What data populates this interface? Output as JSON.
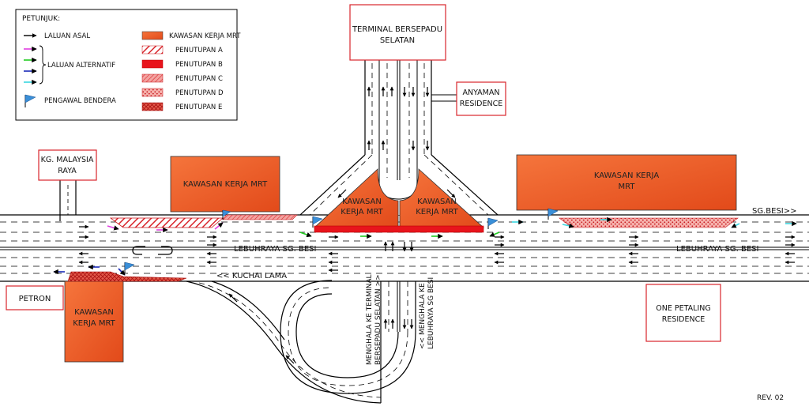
{
  "legend": {
    "title": "PETUNJUK:",
    "route_original": "LALUAN ASAL",
    "route_alternative": "LALUAN ALTERNATIF",
    "flagman": "PENGAWAL BENDERA",
    "mrt_work_zone": "KAWASAN KERJA MRT",
    "closure_a": "PENUTUPAN  A",
    "closure_b": "PENUTUPAN  B",
    "closure_c": "PENUTUPAN  C",
    "closure_d": "PENUTUPAN  D",
    "closure_e": "PENUTUPAN  E"
  },
  "places": {
    "terminal_line1": "TERMINAL BERSEPADU",
    "terminal_line2": "SELATAN",
    "anyaman_line1": "ANYAMAN",
    "anyaman_line2": "RESIDENCE",
    "kg_malaysia_line1": "KG. MALAYSIA",
    "kg_malaysia_line2": "RAYA",
    "petron": "PETRON",
    "one_petaling_line1": "ONE PETALING",
    "one_petaling_line2": "RESIDENCE"
  },
  "work_zones": {
    "left_top": "KAWASAN KERJA MRT",
    "center_left_line1": "KAWASAN",
    "center_left_line2": "KERJA MRT",
    "center_right_line1": "KAWASAN",
    "center_right_line2": "KERJA MRT",
    "right_line1": "KAWASAN KERJA",
    "right_line2": "MRT",
    "bottom_left_line1": "KAWASAN",
    "bottom_left_line2": "KERJA MRT"
  },
  "road_labels": {
    "highway_left": "LEBUHRAYA SG. BESI",
    "highway_right": "LEBUHRAYA SG. BESI",
    "sg_besi": "SG.BESI>>",
    "kuchai_lama": "<< KUCHAI LAMA",
    "to_terminal_line1": "MENGHALA KE TERMINAL",
    "to_terminal_line2": "BERSEPADU SELATAN >>",
    "to_highway_line1": "<< MENGHALA KE",
    "to_highway_line2": "LEBUHRAYA SG BESI"
  },
  "revision": "REV. 02",
  "colors": {
    "mrt": "#f15a24",
    "closure_b": "#e8141c",
    "original_route": "#000000",
    "alt_magenta": "#e040e0",
    "alt_green": "#22cc22",
    "alt_blue": "#1a2ab8",
    "alt_cyan": "#3ad6e0",
    "flag": "#3a8fd8"
  }
}
